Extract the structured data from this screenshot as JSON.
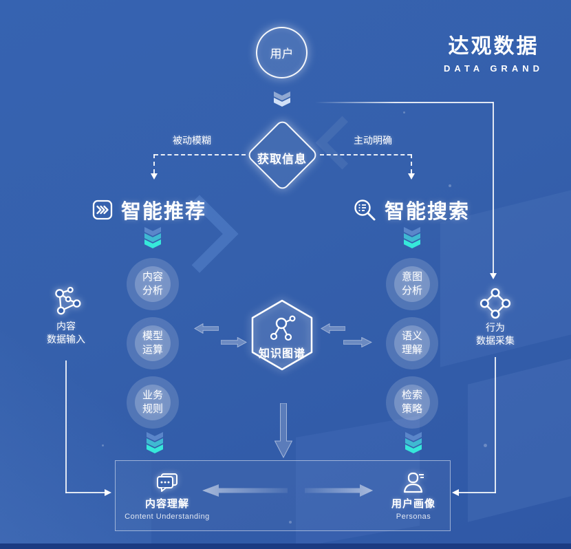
{
  "brand": {
    "title_cn": "达观数据",
    "title_en": "DATA GRAND"
  },
  "flow": {
    "user": "用户",
    "acquire": "获取信息",
    "branch_left": "被动模糊",
    "branch_right": "主动明确"
  },
  "recommend": {
    "title": "智能推荐",
    "icon": "fast-forward-icon",
    "steps": [
      {
        "line1": "内容",
        "line2": "分析"
      },
      {
        "line1": "模型",
        "line2": "运算"
      },
      {
        "line1": "业务",
        "line2": "规则"
      }
    ]
  },
  "search": {
    "title": "智能搜索",
    "icon": "search-icon",
    "steps": [
      {
        "line1": "意图",
        "line2": "分析"
      },
      {
        "line1": "语义",
        "line2": "理解"
      },
      {
        "line1": "检索",
        "line2": "策略"
      }
    ]
  },
  "center": {
    "label": "知识图谱",
    "icon": "knowledge-graph-icon"
  },
  "input_left": {
    "line1": "内容",
    "line2": "数据输入",
    "icon": "network-nodes-icon"
  },
  "input_right": {
    "line1": "行为",
    "line2": "数据采集",
    "icon": "diamond-nodes-icon"
  },
  "output": {
    "content_understanding": {
      "title": "内容理解",
      "subtitle": "Content Understanding",
      "icon": "chat-bubble-icon"
    },
    "personas": {
      "title": "用户画像",
      "subtitle": "Personas",
      "icon": "person-icon"
    }
  },
  "colors": {
    "background": "#3560AC",
    "accent_teal": "#36E3D6",
    "text": "#FFFFFF",
    "bottom_bar": "#1B3B82"
  }
}
